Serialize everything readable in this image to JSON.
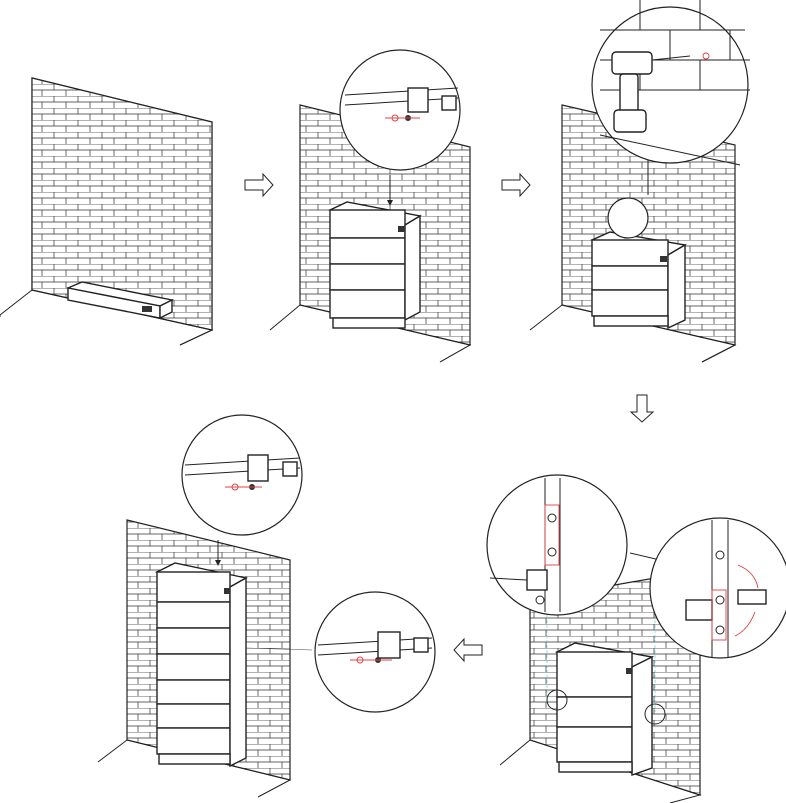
{
  "diagram": {
    "steps": [
      {
        "id": 1,
        "icon": "brick-wall-with-base-plate"
      },
      {
        "id": 2,
        "icon": "battery-stack-with-bracket-detail"
      },
      {
        "id": 3,
        "icon": "drill-mounting-detail"
      },
      {
        "id": 4,
        "icon": "bracket-rotation-detail"
      },
      {
        "id": 5,
        "icon": "full-stack-with-bracket-detail"
      }
    ],
    "arrows": [
      {
        "direction": "right",
        "icon": "hollow-arrow-right-icon"
      },
      {
        "direction": "right",
        "icon": "hollow-arrow-right-icon"
      },
      {
        "direction": "down",
        "icon": "hollow-arrow-down-icon"
      },
      {
        "direction": "left",
        "icon": "hollow-arrow-left-icon"
      }
    ],
    "accent_color": "#e04040",
    "line_color": "#222222"
  }
}
